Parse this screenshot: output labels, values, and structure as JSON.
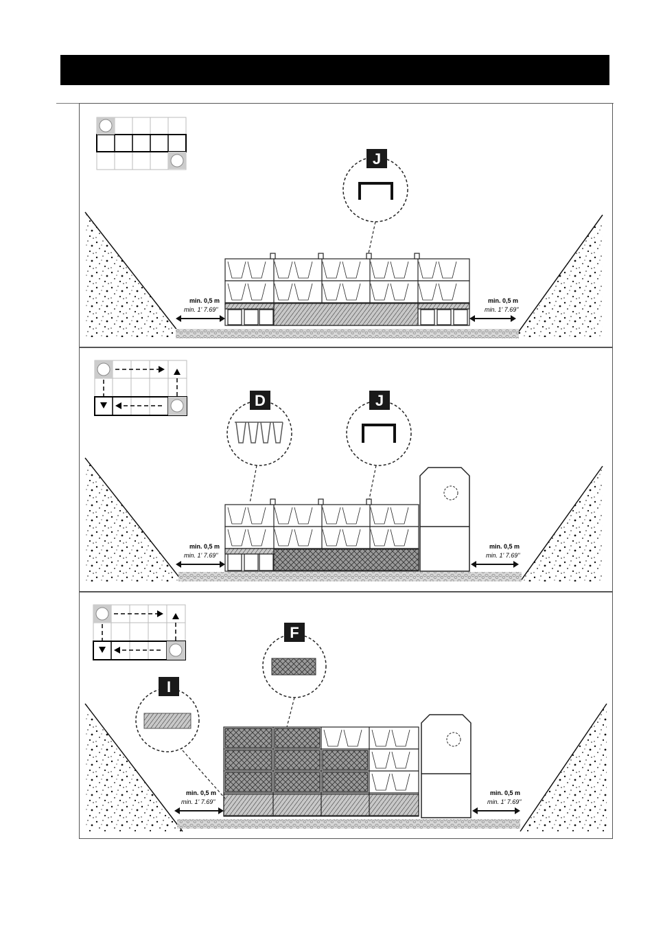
{
  "steps": [
    {
      "callouts": [
        {
          "letter": "J",
          "part": "cap"
        }
      ],
      "clearance_left": {
        "metric": "min. 0,5 m",
        "imperial": "min. 1' 7.69\""
      },
      "clearance_right": {
        "metric": "min. 0,5 m",
        "imperial": "min. 1' 7.69\""
      }
    },
    {
      "callouts": [
        {
          "letter": "D",
          "part": "comb"
        },
        {
          "letter": "J",
          "part": "cap"
        }
      ],
      "clearance_left": {
        "metric": "min. 0,5 m",
        "imperial": "min. 1' 7.69\""
      },
      "clearance_right": {
        "metric": "min. 0,5 m",
        "imperial": "min. 1' 7.69\""
      }
    },
    {
      "callouts": [
        {
          "letter": "F",
          "part": "grid-tile"
        },
        {
          "letter": "I",
          "part": "side-plate"
        }
      ],
      "clearance_left": {
        "metric": "min. 0,5 m",
        "imperial": "min. 1' 7.69\""
      },
      "clearance_right": {
        "metric": "min. 0,5 m",
        "imperial": "min. 1' 7.69\""
      }
    }
  ],
  "colors": {
    "ink": "#111111",
    "gravel": "#cfcfcf",
    "shade": "#8a8a8a",
    "badge": "#1a1a1a"
  },
  "icons": [
    "soil-slope-icon",
    "crate-module-icon",
    "inspection-shaft-icon",
    "clearance-arrow-icon",
    "layout-grid-icon"
  ]
}
